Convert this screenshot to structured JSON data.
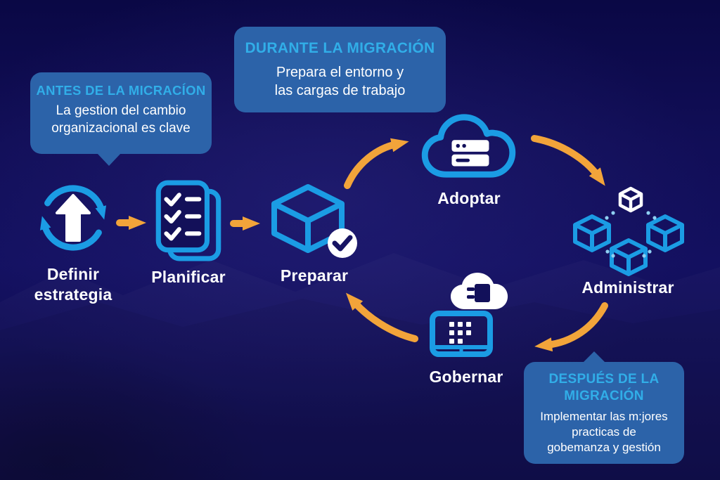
{
  "callouts": {
    "before": {
      "title": "ANTES DE LA MICRACÍON",
      "body": "La gestion del cambio\norganizacional es clave"
    },
    "during": {
      "title": "DURANTE LA MIGRACIÓN",
      "body": "Prepara el entorno y\nlas cargas de trabajo"
    },
    "after": {
      "title": "DESPUÉS DE LA\nMIGRACIÓN",
      "body": "Implementar las m:jores\npracticas de\ngobemanza y gestión"
    }
  },
  "steps": [
    {
      "id": "definir-estrategia",
      "label": "Definir\nestrategia",
      "icon": "cycle-refresh-icon"
    },
    {
      "id": "planificar",
      "label": "Planificar",
      "icon": "checklist-icon"
    },
    {
      "id": "preparar",
      "label": "Preparar",
      "icon": "cube-check-icon"
    },
    {
      "id": "adoptar",
      "label": "Adoptar",
      "icon": "cloud-server-icon"
    },
    {
      "id": "administrar",
      "label": "Administrar",
      "icon": "cubes-network-icon"
    },
    {
      "id": "gobernar",
      "label": "Gobernar",
      "icon": "cloud-laptop-icon"
    }
  ],
  "flow": {
    "linear": [
      "Definir estrategia",
      "Planificar",
      "Preparar"
    ],
    "cycle": [
      "Preparar",
      "Adoptar",
      "Administrar",
      "Gobernar"
    ]
  },
  "colors": {
    "background": "#100d55",
    "callout_bg": "#2c63a9",
    "heading_cyan": "#31aee8",
    "icon_blue": "#1b9ce4",
    "arrow_orange": "#f2a43a",
    "text_white": "#ffffff",
    "navy_detail": "#12105a"
  }
}
